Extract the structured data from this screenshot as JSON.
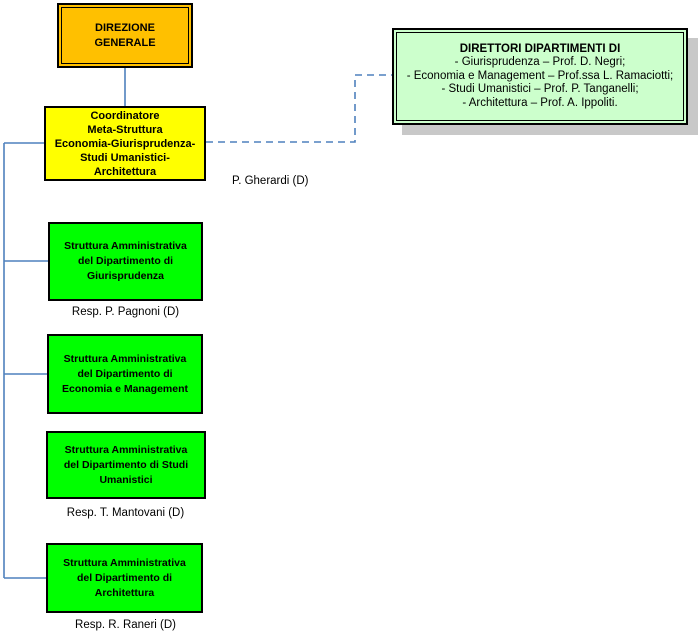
{
  "colors": {
    "line": "#4F81BD",
    "border": "#000000",
    "direzione_fill": "#FFC000",
    "coordinatore_fill": "#FFFF00",
    "struttura_fill": "#00FF00",
    "direttori_fill": "#CCFFCC",
    "shadow": "#C8C8C8"
  },
  "org": {
    "direzione": {
      "label": "DIREZIONE\nGENERALE"
    },
    "coordinatore": {
      "label": "Coordinatore\nMeta-Struttura\nEconomia-Giurisprudenza-\nStudi Umanistici-\nArchitettura",
      "manager": "P. Gherardi (D)"
    },
    "direttori": {
      "title": "DIRETTORI DIPARTIMENTI DI",
      "items": [
        "- Giurisprudenza – Prof. D. Negri;",
        "- Economia e Management – Prof.ssa L. Ramaciotti;",
        "- Studi Umanistici – Prof. P. Tanganelli;",
        "- Architettura – Prof. A. Ippoliti."
      ]
    },
    "strutture": [
      {
        "label": "Struttura Amministrativa\ndel Dipartimento di\nGiurisprudenza",
        "manager": "Resp. P. Pagnoni (D)"
      },
      {
        "label": "Struttura Amministrativa\ndel Dipartimento di\nEconomia e Management",
        "manager": ""
      },
      {
        "label": "Struttura Amministrativa\ndel Dipartimento di Studi\nUmanistici",
        "manager": "Resp. T. Mantovani (D)"
      },
      {
        "label": "Struttura Amministrativa\ndel Dipartimento di\nArchitettura",
        "manager": "Resp. R. Raneri (D)"
      }
    ]
  }
}
